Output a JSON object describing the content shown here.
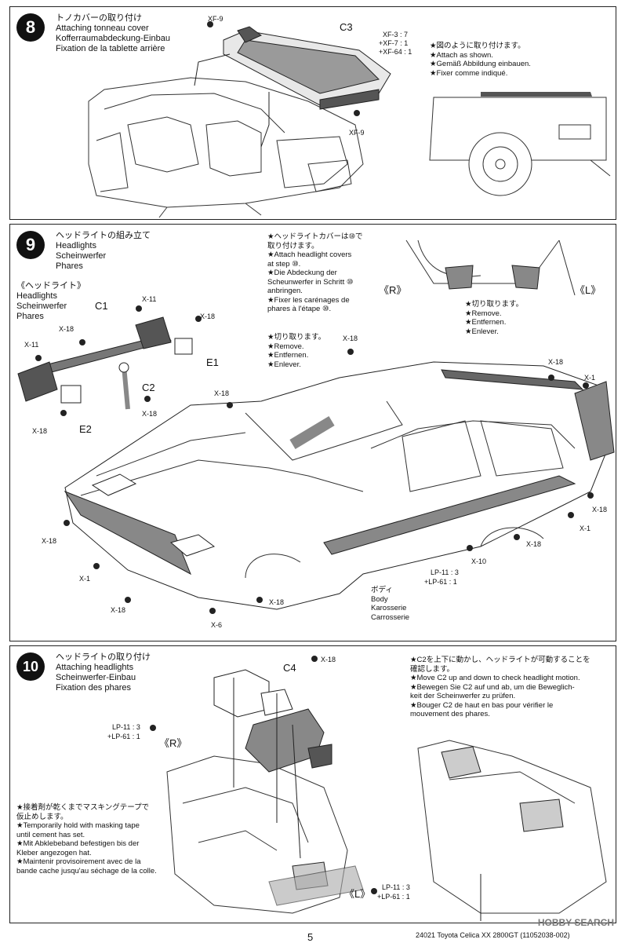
{
  "step8": {
    "number": "8",
    "title_jp": "トノカバーの取り付け",
    "title_en": "Attaching tonneau cover",
    "title_de": "Kofferraumabdeckung-Einbau",
    "title_fr": "Fixation de la tablette arrière",
    "part_c3": "C3",
    "xf9_top": "XF-9",
    "xf9_bottom": "XF-9",
    "paint_1": "XF-3 : 7",
    "paint_2": "+XF-7 : 1",
    "paint_3": "+XF-64 : 1",
    "note": [
      "★図のように取り付けます。",
      "★Attach as shown.",
      "★Gemäß Abbildung einbauen.",
      "★Fixer comme indiqué."
    ]
  },
  "step9": {
    "number": "9",
    "title_jp": "ヘッドライトの組み立て",
    "title_en": "Headlights",
    "title_de": "Scheinwerfer",
    "title_fr": "Phares",
    "sub_jp": "《ヘッドライト》",
    "sub_en": "Headlights",
    "sub_de": "Scheinwerfer",
    "sub_fr": "Phares",
    "c1": "C1",
    "c2": "C2",
    "e1": "E1",
    "e2": "E2",
    "x11": "X-11",
    "x18": "X-18",
    "x1": "X-1",
    "x6": "X-6",
    "x10": "X-10",
    "cover_note": [
      "★ヘッドライトカバーは⑩で",
      "取り付けます。",
      "★Attach headlight covers",
      "at step ⑩.",
      "★Die Abdeckung der",
      "Scheunwerfer in Schritt ⑩",
      "anbringen.",
      "★Fixer les carénages de",
      "phares à l'étape ⑩."
    ],
    "remove_note": [
      "★切り取ります。",
      "★Remove.",
      "★Entfernen.",
      "★Enlever."
    ],
    "remove_note2": [
      "★切り取ります。",
      "★Remove.",
      "★Entfernen.",
      "★Enlever."
    ],
    "r_label": "《R》",
    "l_label": "《L》",
    "lp_1": "LP-11 : 3",
    "lp_2": "+LP-61 : 1",
    "body": [
      "ボディ",
      "Body",
      "Karosserie",
      "Carrosserie"
    ]
  },
  "step10": {
    "number": "10",
    "title_jp": "ヘッドライトの取り付け",
    "title_en": "Attaching headlights",
    "title_de": "Scheinwerfer-Einbau",
    "title_fr": "Fixation des phares",
    "c4": "C4",
    "x18": "X-18",
    "lp_r_1": "LP-11 : 3",
    "lp_r_2": "+LP-61 : 1",
    "lp_l_1": "LP-11 : 3",
    "lp_l_2": "+LP-61 : 1",
    "r_label": "《R》",
    "l_label": "《L》",
    "motion_note": [
      "★C2を上下に動かし、ヘッドライトが可動することを",
      "確認します。",
      "★Move C2 up and down to check headlight motion.",
      "★Bewegen Sie C2 auf und ab, um die Beweglich-",
      "keit der Scheinwerfer zu prüfen.",
      "★Bouger C2 de haut en bas pour vérifier le",
      "mouvement des phares."
    ],
    "tape_note": [
      "★接着剤が乾くまでマスキングテープで",
      "仮止めします。",
      "★Temporarily hold with masking tape",
      "until cement has set.",
      "★Mit Abklebeband befestigen bis der",
      "Kleber angezogen hat.",
      "★Maintenir provisoirement avec de la",
      "bande cache jusqu'au séchage de la colle."
    ]
  },
  "footer": {
    "page_number": "5",
    "doc_ref": "24021  Toyota Celica XX 2800GT (11052038-002)",
    "watermark": "HOBBY SEARCH"
  }
}
